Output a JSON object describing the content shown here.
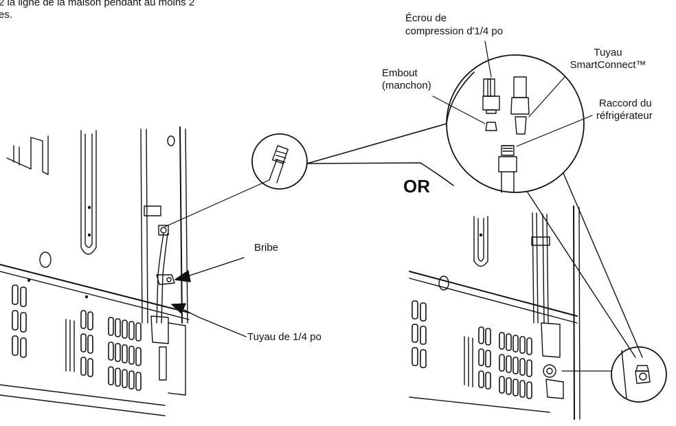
{
  "instruction_fragment": {
    "line1": "2 la ligne de la maison pendant au moins 2",
    "line2": "es."
  },
  "labels": {
    "compression_nut": [
      "Écrou de",
      "compression d'1/4 po"
    ],
    "smartconnect_tube": [
      "Tuyau",
      "SmartConnect™"
    ],
    "ferrule": [
      "Embout",
      "(manchon)"
    ],
    "fridge_fitting": [
      "Raccord du",
      "réfrigérateur"
    ],
    "clamp": "Bribe",
    "tube_quarter_inch": "Tuyau de 1/4 po",
    "or": "OR"
  },
  "colors": {
    "line": "#111111",
    "background": "#ffffff"
  }
}
